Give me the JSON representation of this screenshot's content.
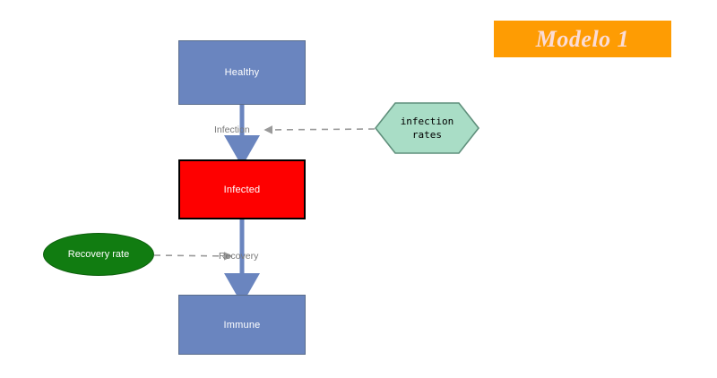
{
  "diagram": {
    "title_banner": {
      "label": "Modelo 1",
      "background_color": "#fe9c03",
      "text_color": "#fbdcd7"
    },
    "stocks": [
      {
        "id": "healthy",
        "label": "Healthy",
        "fill_color": "#6a85bf",
        "border_color": "#5a6d8c",
        "text_color": "#ffffff"
      },
      {
        "id": "infected",
        "label": "Infected",
        "fill_color": "#fe0000",
        "border_color": "#000000",
        "text_color": "#ffffff"
      },
      {
        "id": "immune",
        "label": "Immune",
        "fill_color": "#6a85bf",
        "border_color": "#5a6d8c",
        "text_color": "#ffffff"
      }
    ],
    "flows": [
      {
        "id": "infection",
        "label": "Infection",
        "from": "healthy",
        "to": "infected",
        "arrow_color": "#6a85bf",
        "label_color": "#777777"
      },
      {
        "id": "recovery",
        "label": "Recovery",
        "from": "infected",
        "to": "immune",
        "arrow_color": "#6a85bf",
        "label_color": "#777777"
      }
    ],
    "parameters": [
      {
        "id": "infection-rates",
        "label": "infection\nrates",
        "shape": "hexagon",
        "fill_color": "#a9ddc6",
        "border_color": "#5f8f7b",
        "text_color": "#000000",
        "connects_to": "infection"
      },
      {
        "id": "recovery-rate",
        "label": "Recovery rate",
        "shape": "ellipse",
        "fill_color": "#117c11",
        "border_color": "#0d5f0d",
        "text_color": "#ffffff",
        "connects_to": "recovery"
      }
    ],
    "connector_color": "#9a9a9a"
  }
}
